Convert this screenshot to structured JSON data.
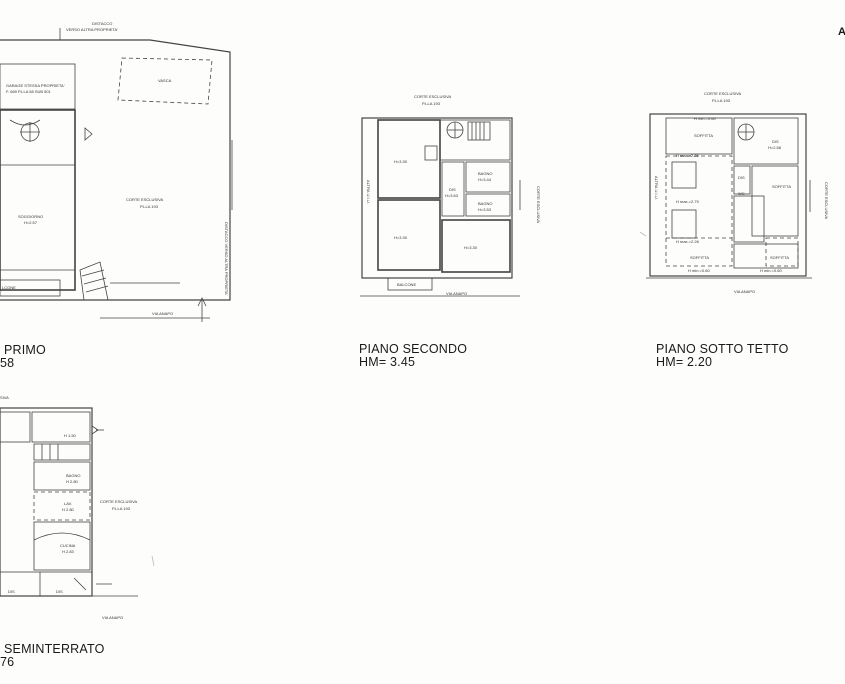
{
  "corner_mark": "A",
  "plans": {
    "primo": {
      "title_line1": "PRIMO",
      "title_line2": "58",
      "labels": {
        "distacco_top": "DISTACCO",
        "distacco_top2": "VERSO ALTRA PROPRIETA'",
        "vasca": "VASCA",
        "garage": "GARAGE STESSA PROPRIETA'",
        "garage2": "F. 669 P.LLA 58 SUB 501",
        "soggiorno": "SOGGIORNO",
        "soggiorno_h": "H=2.57",
        "corte": "CORTE ESCLUSIVA",
        "corte2": "P.LLA 193",
        "distacco_side": "DISTACCO VERSO ALTRA PROPRIETA'",
        "balcone": "LCONE",
        "via": "VIA ANAPO"
      }
    },
    "secondo": {
      "title_line1": "PIANO SECONDO",
      "title_line2": "HM= 3.45",
      "labels": {
        "corte": "CORTE ESCLUSIVA",
        "corte2": "P.LLA 193",
        "room1": "H=3.30",
        "room2": "H=3.30",
        "room3": "H=3.30",
        "dis": "DIS",
        "dis_h": "H=3.63",
        "bagno1": "BAGNO",
        "bagno1_h": "H=3.44",
        "bagno2": "BAGNO",
        "bagno2_h": "H=3.53",
        "altra": "ALTRA U.I.U.",
        "corte_side": "CORTE ESCLUSIVA",
        "balcone": "BALCONE",
        "via": "VIA ANAPO"
      }
    },
    "sottotetto": {
      "title_line1": "PIANO SOTTO TETTO",
      "title_line2": "HM= 2.20",
      "labels": {
        "corte": "CORTE ESCLUSIVA",
        "corte2": "P.LLA 193",
        "hmin_top": "H min.=0.60",
        "soffitta1": "SOFFITTA",
        "soffitta2": "SOFFITTA",
        "soffitta3": "SOFFITTA",
        "soffitta4": "SOFFITTA",
        "dis": "DIS",
        "dis2": "DIS",
        "dis2_h": "H=2.58",
        "wc": "WC",
        "hmax1": "H max.=2.26",
        "hmax2": "H max.=2.70",
        "hmax3": "H max.=2.26",
        "hmin_bot": "H min.=0.60",
        "hmin_bot2": "H min.=0.60",
        "altra": "ALTRA U.I.U.",
        "corte_side": "CORTE ESCLUSIVA",
        "via": "VIA ANAPO"
      }
    },
    "seminterrato": {
      "title_line1": "SEMINTERRATO",
      "title_line2": "76",
      "labels": {
        "top": "SIVA",
        "h1": "H 1.50",
        "bagno": "BAGNO",
        "bagno_h": "H 2.80",
        "lav": "LAV.",
        "lav_h": "H 2.80",
        "cucina": "CUCINA",
        "cucina_h": "H 2.83",
        "dis1": "DIS",
        "dis2": "DIS",
        "corte": "CORTE ESCLUSIVA",
        "corte2": "P.LLA 193",
        "via": "VIA ANAPO"
      }
    }
  }
}
